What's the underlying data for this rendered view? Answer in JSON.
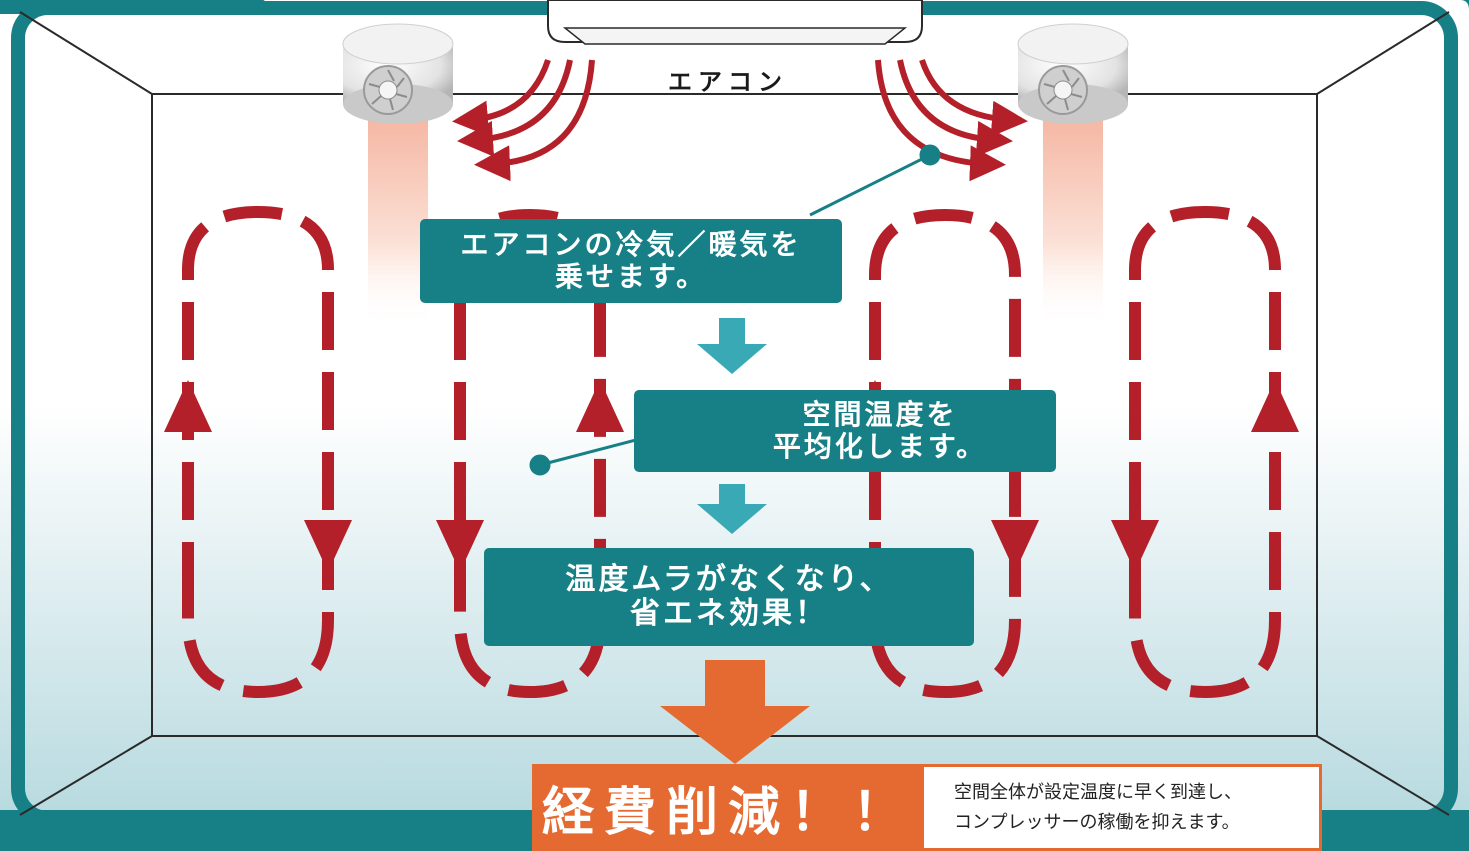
{
  "aircon_label": "エアコン",
  "step1": {
    "line1": "エアコンの冷気／暖気を",
    "line2": "乗せます。"
  },
  "step2": {
    "line1": "空間温度を",
    "line2": "平均化します。"
  },
  "step3": {
    "line1": "温度ムラがなくなり、",
    "line2": "省エネ効果！"
  },
  "result": {
    "headline": "経費削減！！",
    "note_line1": "空間全体が設定温度に早く到達し、",
    "note_line2": "コンプレッサーの稼働を抑えます。"
  },
  "colors": {
    "teal": "#177f86",
    "red": "#b3202a",
    "orange": "#e56a31",
    "arrow_teal": "#3aa9b6"
  },
  "icons": [
    "ceiling-fan-icon",
    "down-arrow-icon",
    "circulation-arrow-icon"
  ]
}
